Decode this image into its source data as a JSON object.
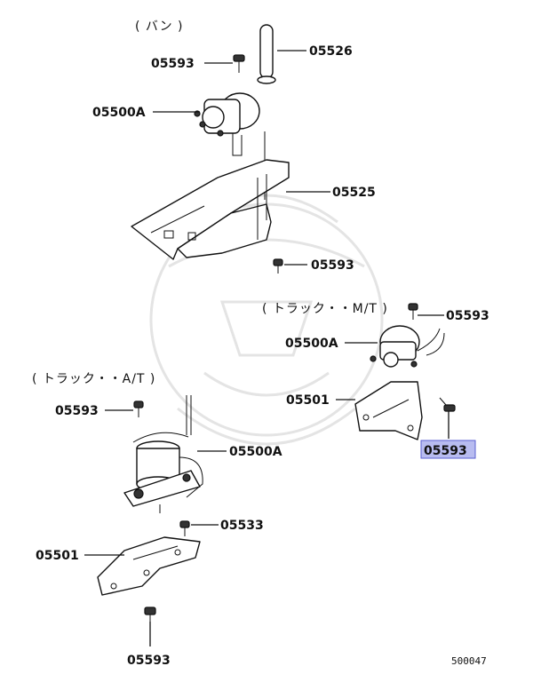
{
  "groups": {
    "van": "( バン )",
    "truck_mt": "( トラック・・M/T )",
    "truck_at": "( トラック・・A/T )"
  },
  "labels": {
    "p05526": "05526",
    "p05593_a": "05593",
    "p05500a_a": "05500A",
    "p05525": "05525",
    "p05593_b": "05593",
    "p05593_c": "05593",
    "p05500a_b": "05500A",
    "p05501_a": "05501",
    "p05593_d": "05593",
    "p05593_e": "05593",
    "p05500a_c": "05500A",
    "p05533": "05533",
    "p05501_b": "05501",
    "p05593_f": "05593"
  },
  "highlight": {
    "label": "05593",
    "color": "#b8bcf0",
    "border": "#5a5fd0"
  },
  "diagram_code": "500047"
}
